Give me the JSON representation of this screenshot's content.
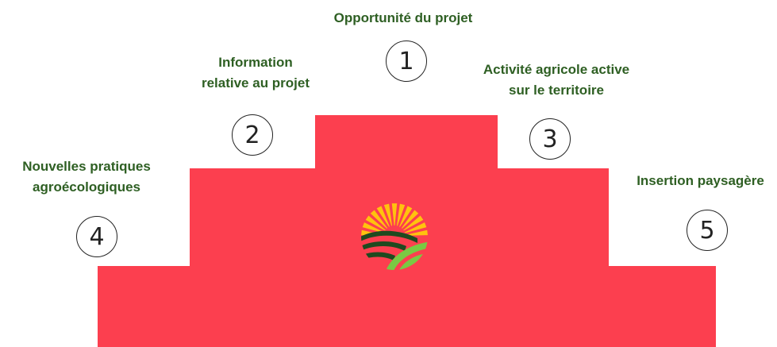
{
  "steps": [
    {
      "number": "1",
      "label_lines": [
        "Opportunité du projet"
      ]
    },
    {
      "number": "2",
      "label_lines": [
        "Information",
        "relative au projet"
      ]
    },
    {
      "number": "3",
      "label_lines": [
        "Activité agricole active",
        "sur le territoire"
      ]
    },
    {
      "number": "4",
      "label_lines": [
        "Nouvelles pratiques",
        "agroécologiques"
      ]
    },
    {
      "number": "5",
      "label_lines": [
        "Insertion paysagère"
      ]
    }
  ],
  "colors": {
    "podium": "#fc3f4f",
    "label_text": "#2e5f23",
    "logo_sun": "#ffc20e",
    "logo_field_dark": "#1f4a1f",
    "logo_field_light": "#7ac943"
  },
  "logo": {
    "icon": "agriculture-sun-field-logo"
  }
}
